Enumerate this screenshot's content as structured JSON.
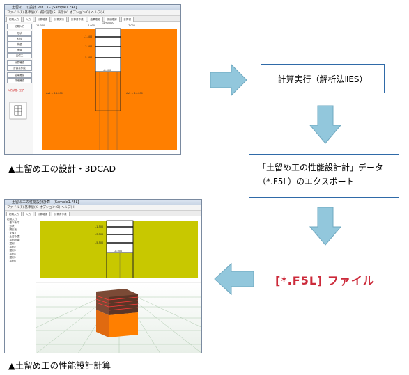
{
  "top_window": {
    "title": "土留め工の設計 Ver.13 - [Sample1.F4L]",
    "menu": "ファイル(F)  基準値(K)  検討設定(S)  表示(V)  オプション(O)  ヘルプ(H)",
    "toolbar": [
      "初期入力",
      "入力",
      "計算確認",
      "計算実行",
      "計算書作成",
      "結果確認",
      "詳細確認",
      "計算書"
    ],
    "sidebar_buttons": [
      "初期入力",
      "形状",
      "材料",
      "荷重",
      "地盤",
      "支保工",
      "計算確認",
      "計算書作成",
      "結果確認",
      "詳細確認"
    ],
    "sidebar_status": "入力状態: 完了",
    "dims": [
      "15.000",
      "4.000",
      "7.000",
      "GL+0.000"
    ],
    "levels": [
      "-1.500",
      "-3.500",
      "-5.500",
      "-8.000"
    ],
    "labels": [
      "As1 = 14.000",
      "As2 = 14.000"
    ]
  },
  "bottom_window": {
    "title": "土留め工の性能設計計算 - [Sample1.F5L]",
    "menu": "ファイル(F)  基準値(K)  オプション(O)  ヘルプ(H)",
    "toolbar": [
      "初期入力",
      "入力",
      "計算確認",
      "計算書作成"
    ],
    "tree": [
      "初期入力",
      "・基本条件",
      "・形状",
      "・鋼矢板",
      "・支保工",
      "・土留め壁",
      "・掘削段階",
      "・掘削1",
      "・掘削2",
      "・掘削3",
      "・掘削4",
      "・掘削5",
      "・掘削6"
    ],
    "levels": [
      "-1.500",
      "-3.500",
      "-5.500",
      "-8.000"
    ]
  },
  "captions": {
    "top": "▲土留め工の設計・3DCAD",
    "bottom": "▲土留め工の性能設計計算"
  },
  "steps": {
    "compute": "計算実行（解析法ⅡES）",
    "export_line1": "「土留め工の性能設計計」データ",
    "export_line2": "（*.F5L）のエクスポート",
    "file": "[*.F5L] ファイル"
  },
  "colors": {
    "arrow_fill": "#92c7dc",
    "arrow_stroke": "#6fa8c0",
    "box_border": "#2f6aa8",
    "file_text": "#cc2a3a",
    "soil_orange": "#ff7f00",
    "soil_olive": "#c8c800"
  }
}
